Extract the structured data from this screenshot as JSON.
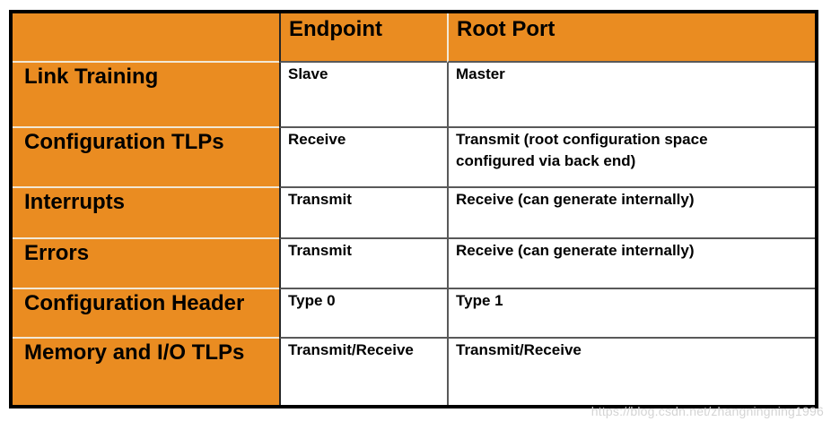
{
  "colors": {
    "header_bg": "#EA8C21",
    "light_divider": "#F2E8D5",
    "dark_divider": "#595959",
    "dark_edge": "#262626",
    "outer_border": "#000000"
  },
  "table": {
    "columns": [
      "",
      "Endpoint",
      "Root Port"
    ],
    "rows": [
      {
        "label": "Link Training",
        "endpoint": "Slave",
        "root_port": "Master"
      },
      {
        "label": "Configuration TLPs",
        "endpoint": "Receive",
        "root_port": "Transmit (root configuration space\nconfigured via back end)"
      },
      {
        "label": "Interrupts",
        "endpoint": "Transmit",
        "root_port": "Receive (can generate internally)"
      },
      {
        "label": "Errors",
        "endpoint": "Transmit",
        "root_port": "Receive (can generate internally)"
      },
      {
        "label": "Configuration Header",
        "endpoint": "Type 0",
        "root_port": "Type 1"
      },
      {
        "label": "Memory and I/O TLPs",
        "endpoint": "Transmit/Receive",
        "root_port": "Transmit/Receive"
      }
    ]
  },
  "watermark": "https://blog.csdn.net/zhangningning1996"
}
